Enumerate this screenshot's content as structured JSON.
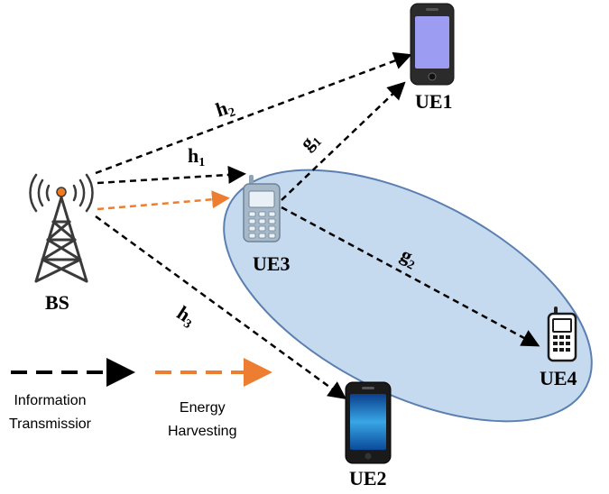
{
  "nodes": {
    "bs": "BS",
    "ue1": "UE1",
    "ue2": "UE2",
    "ue3": "UE3",
    "ue4": "UE4"
  },
  "links": {
    "h1": {
      "base": "h",
      "sub": "1"
    },
    "h2": {
      "base": "h",
      "sub": "2"
    },
    "h3": {
      "base": "h",
      "sub": "3"
    },
    "g1": {
      "base": "g",
      "sub": "1"
    },
    "g2": {
      "base": "g",
      "sub": "2"
    }
  },
  "legend": {
    "info_line1": "Information",
    "info_line2": "Transmissior",
    "energy_line1": "Energy",
    "energy_line2": "Harvesting"
  },
  "colors": {
    "information_arrow": "#000000",
    "energy_arrow": "#ed7d31",
    "cluster_fill": "#c5d9ef",
    "cluster_stroke": "#5b7fb0",
    "tower": "#3a3a3a",
    "antenna_dot": "#f07b1f"
  }
}
